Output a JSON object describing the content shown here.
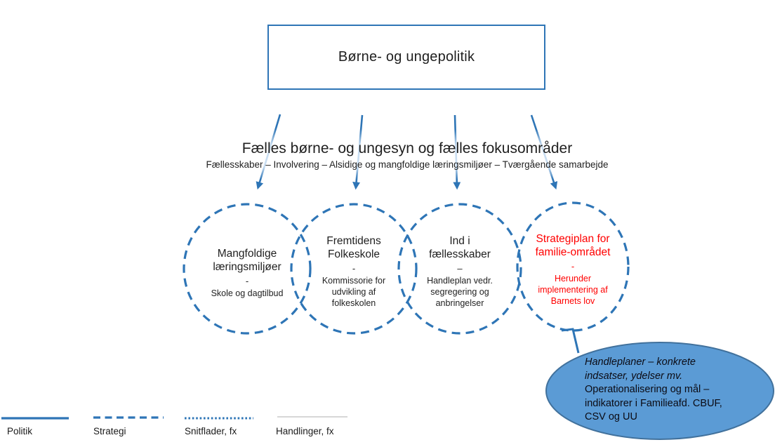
{
  "colors": {
    "primary": "#2E75B6",
    "arrow_fade": "#C9DEF2",
    "callout_fill": "#5B9BD5",
    "callout_border": "#41719C",
    "accent_red": "#FF0000",
    "thin_line_gray": "#BFBFBF"
  },
  "policy_box": {
    "label": "Børne- og ungepolitik"
  },
  "shared_vision": {
    "heading": "Fælles børne- og ungesyn og fælles fokusområder",
    "subheading": "Fællesskaber – Involvering – Alsidige og mangfoldige læringsmiljøer – Tværgående samarbejde"
  },
  "circles": [
    {
      "title": "Mangfoldige læringsmiljøer",
      "separator": "-",
      "subtitle": "Skole og dagtilbud"
    },
    {
      "title": "Fremtidens Folkeskole",
      "separator": "-",
      "subtitle": "Kommissorie for udvikling af folkeskolen"
    },
    {
      "title": "Ind i fællesskaber",
      "separator": "–",
      "subtitle": "Handleplan vedr. segregering og anbringelser"
    },
    {
      "title": "Strategiplan for familie-området",
      "separator": "-",
      "subtitle": "Herunder implementering af Barnets lov"
    }
  ],
  "callout": {
    "lines": [
      "Handleplaner – konkrete",
      "indsatser, ydelser mv.",
      "Operationalisering og mål –",
      "indikatorer i Familieafd. CBUF,",
      "CSV og UU"
    ]
  },
  "legend": {
    "items": [
      {
        "label": "Politik",
        "style": "solid"
      },
      {
        "label": "Strategi",
        "style": "dashed"
      },
      {
        "label": "Snitflader, fx",
        "style": "dotted"
      },
      {
        "label": "Handlinger, fx",
        "style": "thin"
      }
    ]
  }
}
